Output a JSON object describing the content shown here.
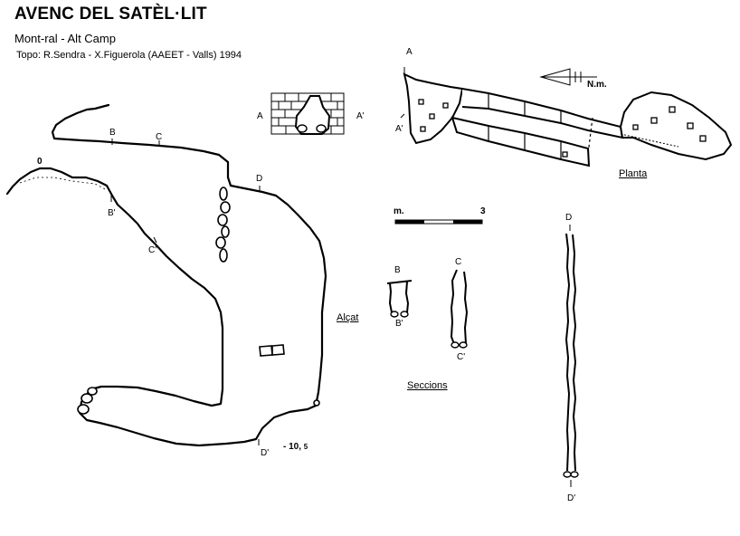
{
  "header": {
    "title": "AVENC DEL SATÈL·LIT",
    "location": "Mont-ral  - Alt Camp",
    "credits": "Topo: R.Sendra - X.Figuerola (AAEET - Valls) 1994"
  },
  "elevation": {
    "section_label": "Alçat",
    "depth_top": "0",
    "depth_bottom": "- 10,",
    "depth_bottom_decimal": "5",
    "marks": {
      "b": "B",
      "c": "C",
      "d": "D",
      "b_prime": "B'",
      "c_prime": "C'",
      "d_prime": "D'"
    }
  },
  "entrance_section": {
    "a": "A",
    "a_prime": "A'"
  },
  "plan": {
    "section_label": "Planta",
    "north_label": "N.m.",
    "a": "A",
    "a_prime": "A'"
  },
  "scale": {
    "unit": "m.",
    "max": "3"
  },
  "sections": {
    "section_label": "Seccions",
    "b": "B",
    "b_prime": "B'",
    "c": "C",
    "c_prime": "C'",
    "d": "D",
    "d_prime": "D'"
  }
}
